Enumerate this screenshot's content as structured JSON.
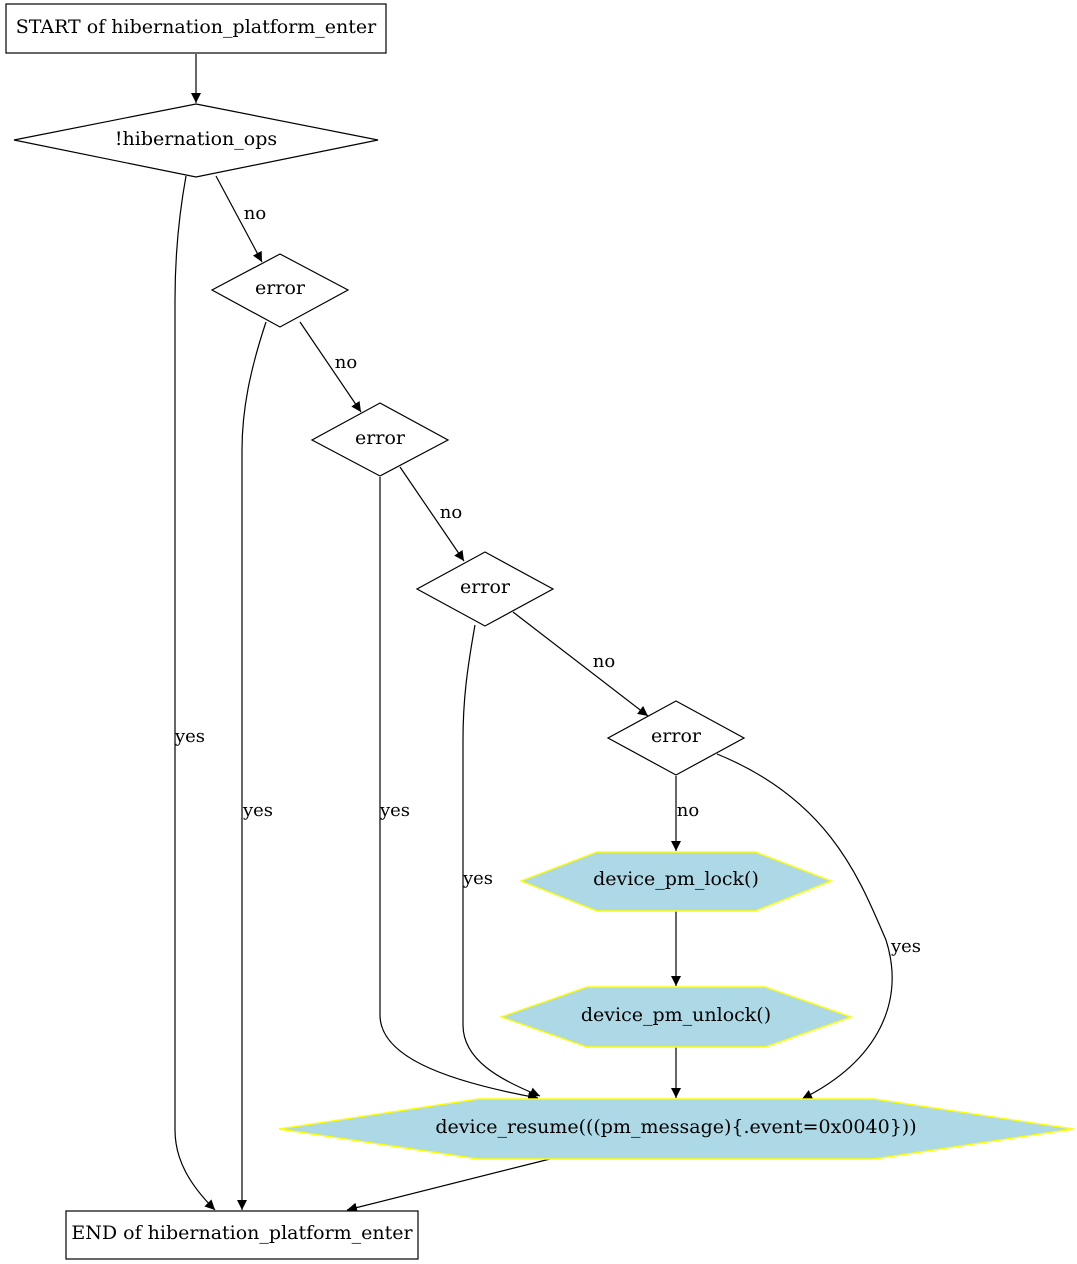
{
  "nodes": {
    "start": "START of hibernation_platform_enter",
    "cond_ops": "!hibernation_ops",
    "error1": "error",
    "error2": "error",
    "error3": "error",
    "error4": "error",
    "pm_lock": "device_pm_lock()",
    "pm_unlock": "device_pm_unlock()",
    "resume": "device_resume(((pm_message){.event=0x0040}))",
    "end": "END of hibernation_platform_enter"
  },
  "edge_labels": {
    "ops_yes": "yes",
    "ops_no": "no",
    "e1_yes": "yes",
    "e1_no": "no",
    "e2_yes": "yes",
    "e2_no": "no",
    "e3_yes": "yes",
    "e3_no": "no",
    "e4_no": "no",
    "e4_yes": "yes"
  },
  "colors": {
    "action_fill": "#add8e6",
    "action_border": "#ffff00",
    "stroke": "#000000"
  }
}
